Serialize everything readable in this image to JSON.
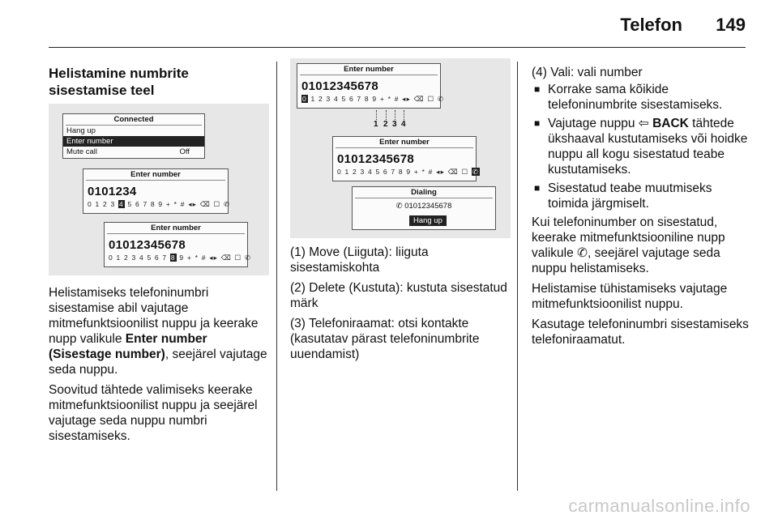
{
  "header": {
    "title": "Telefon",
    "page_number": "149"
  },
  "col1": {
    "section_title_line1": "Helistamine numbrite",
    "section_title_line2": "sisestamise teel",
    "p1_part1": "Helistamiseks telefoninumbri sisestamise abil vajutage mitmefunktsioonilist nuppu ja keerake nupp valikule ",
    "p1_bold": "Enter number (Sisestage number)",
    "p1_part2": ", seejärel vajutage seda nuppu.",
    "p2": "Soovitud tähtede valimiseks keerake mitmefunktsioonilist nuppu ja seejärel vajutage seda nuppu numbri sisestamiseks."
  },
  "ill1": {
    "connected": {
      "title": "Connected",
      "items": [
        {
          "label": "Hang up",
          "value": ""
        },
        {
          "label": "Enter number",
          "value": ""
        },
        {
          "label": "Mute call",
          "value": "Off"
        }
      ]
    },
    "enter1": {
      "title": "Enter number",
      "number": "0101234",
      "keys_pre": "0 1 2 3 ",
      "keys_sel": "4",
      "keys_post": " 5 6 7 8 9 + * # ◂▸ ⌫ ☐ ✆"
    },
    "enter2": {
      "title": "Enter number",
      "number": "01012345678",
      "keys_pre": "0 1 2 3 4 5 6 7 ",
      "keys_sel": "8",
      "keys_post": " 9 + * # ◂▸ ⌫ ☐ ✆"
    }
  },
  "ill2": {
    "enter_a": {
      "title": "Enter number",
      "number": "01012345678",
      "keys_pre": "",
      "keys_sel": "0",
      "keys_post": " 1 2 3 4 5 6 7 8 9 + * # ◂▸ ⌫ ☐ ✆"
    },
    "callouts": [
      "1",
      "2",
      "3",
      "4"
    ],
    "enter_b": {
      "title": "Enter number",
      "number": "01012345678",
      "keys_pre": "0 1 2 3 4 5 6 7 8 9 + * # ◂▸ ⌫ ☐ ",
      "keys_sel": "✆",
      "keys_post": ""
    },
    "dialing": {
      "title": "Dialing",
      "number": "01012345678",
      "hangup": "Hang up"
    }
  },
  "col2": {
    "items": [
      "(1) Move (Liiguta): liiguta sisestamiskohta",
      "(2) Delete (Kustuta): kustuta sisestatud märk",
      "(3) Telefoniraamat: otsi kontakte (kasutatav pärast telefoninumbrite uuendamist)"
    ]
  },
  "col3": {
    "intro": "(4) Vali: vali number",
    "b1": "Korrake sama kõikide telefoninumbrite sisestamiseks.",
    "b2_pre": "Vajutage nuppu ",
    "b2_sym": "⇦",
    "b2_bold": "BACK",
    "b2_post": " tähtede ükshaaval kustutamiseks või hoidke nuppu all kogu sisestatud teabe kustutamiseks.",
    "b3": "Sisestatud teabe muutmiseks toimida järgmiselt.",
    "p1_pre": "Kui telefoninumber on sisestatud, keerake mitmefunktsiooniline nupp valikule ",
    "p1_sym": "✆",
    "p1_post": ", seejärel vajutage seda nuppu helistamiseks.",
    "p2": "Helistamise tühistamiseks vajutage mitmefunktsioonilist nuppu.",
    "p3": "Kasutage telefoninumbri sisestamiseks telefoniraamatut."
  },
  "footer": {
    "watermark": "carmanualsonline.info"
  }
}
